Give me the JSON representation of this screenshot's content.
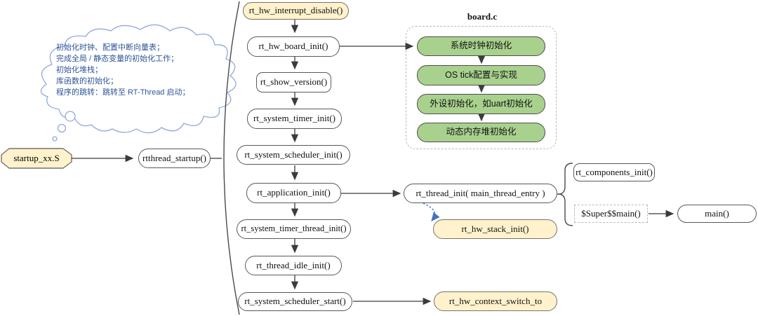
{
  "cloud_note": {
    "lines": [
      "初始化时钟、配置中断向量表；",
      "完成全局 / 静态变量的初始化工作；",
      "初始化堆栈；",
      "库函数的初始化；",
      "程序的跳转：跳转至 RT-Thread 启动；"
    ]
  },
  "startup": {
    "label": "startup_xx.S"
  },
  "rtthread_startup": {
    "label": "rtthread_startup()"
  },
  "flow": {
    "interrupt_disable": "rt_hw_interrupt_disable()",
    "board_init": "rt_hw_board_init()",
    "show_version": "rt_show_version()",
    "timer_init": "rt_system_timer_init()",
    "scheduler_init": "rt_system_scheduler_init()",
    "application_init": "rt_application_init()",
    "timer_thread_init": "rt_system_timer_thread_init()",
    "idle_init": "rt_thread_idle_init()",
    "scheduler_start": "rt_system_scheduler_start()"
  },
  "board": {
    "title": "board.c",
    "steps": [
      "系统时钟初始化",
      "OS tick配置与实现",
      "外设初始化，如uart初始化",
      "动态内存堆初始化"
    ]
  },
  "branch": {
    "thread_init": "rt_thread_init( main_thread_entry )",
    "stack_init": "rt_hw_stack_init()",
    "components_init": "rt_components_init()",
    "super_main": "$Super$$main()",
    "main": "main()"
  },
  "context_switch": {
    "label": "rt_hw_context_switch_to"
  },
  "colors": {
    "yellow_fill": "#FFF2CC",
    "yellow_border": "#77726A",
    "green_fill": "#A9D18E",
    "green_border": "#4C4C4C",
    "node_border": "#595959",
    "arrow_color": "#3B3B3B",
    "frame_dash": "#B9B9B9",
    "cloud_stroke": "#8FAADC",
    "cloud_text": "#2F5597",
    "blue_arrow": "#4472C4"
  }
}
